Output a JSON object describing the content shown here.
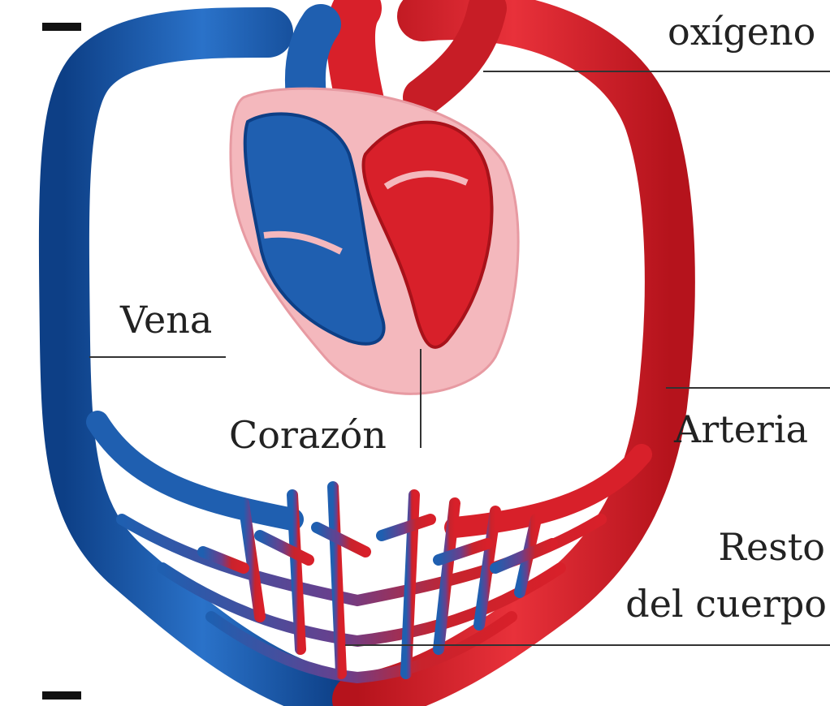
{
  "labels": {
    "oxigeno": "oxígeno",
    "vena": "Vena",
    "corazon": "Corazón",
    "arteria": "Arteria",
    "resto_line1": "Resto",
    "resto_line2": "del cuerpo"
  },
  "colors": {
    "vein_blue": "#1f5fb0",
    "artery_red": "#d8202a",
    "pericardium_pink": "#f4b8bd",
    "label_line": "#333333"
  }
}
